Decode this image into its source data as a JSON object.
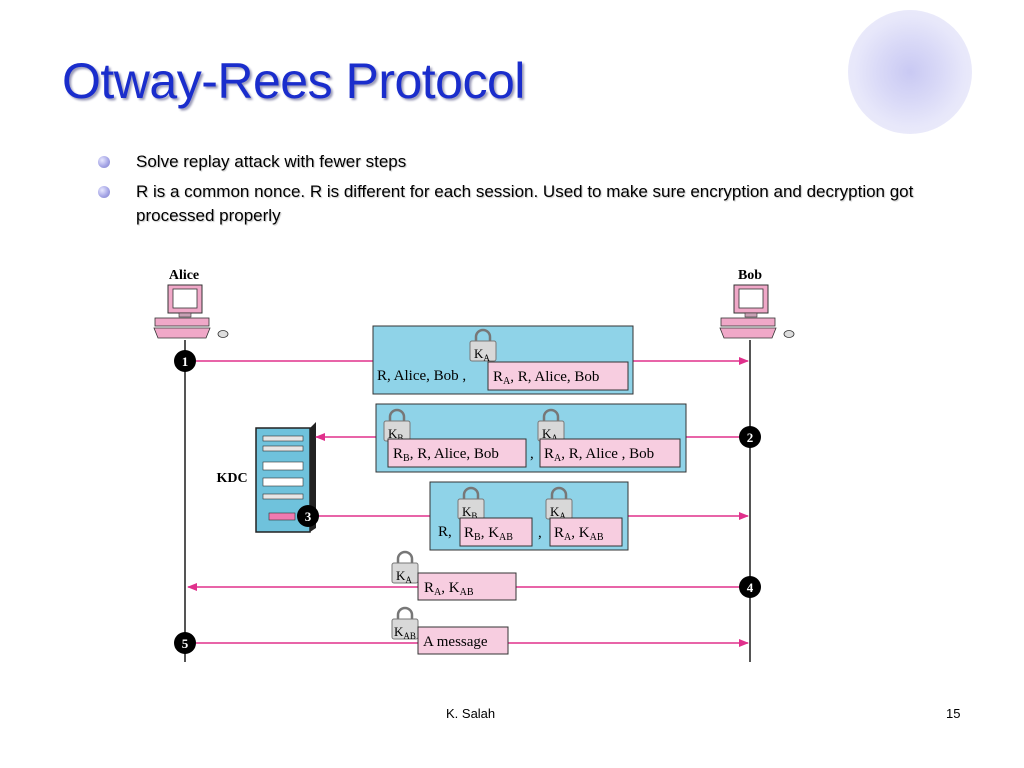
{
  "slide": {
    "title": "Otway-Rees Protocol",
    "bullets": [
      "Solve replay attack with fewer steps",
      "R is a common nonce. R is different for each session.  Used to make sure encryption and decryption got processed properly"
    ],
    "footer_author": "K. Salah",
    "page_number": "15"
  },
  "diagram": {
    "alice_label": "Alice",
    "bob_label": "Bob",
    "kdc_label": "KDC",
    "step_numbers": [
      "1",
      "2",
      "3",
      "4",
      "5"
    ],
    "step1": {
      "plain": "R, Alice, Bob ,",
      "lock_key": "A",
      "cipher": ", R, Alice, Bob",
      "cipher_sub": "A"
    },
    "step2": {
      "lock1_key": "B",
      "cipher1": ", R, Alice, Bob",
      "cipher1_sub": "B",
      "separator": ",",
      "lock2_key": "A",
      "cipher2": ", R, Alice , Bob",
      "cipher2_sub": "A"
    },
    "step3": {
      "plain": "R,",
      "lock1_key": "B",
      "lock2_key": "A",
      "separator": ","
    },
    "step4": {
      "lock_key": "A"
    },
    "step5": {
      "lock_key": "AB",
      "message": "A message"
    },
    "colors": {
      "arrow": "#e0308c",
      "box_blue": "#8fd3e8",
      "box_pink": "#f7cde0",
      "step_circle": "#000000",
      "computer_frame": "#f0a8c8",
      "server_body": "#6fc2dc"
    }
  }
}
